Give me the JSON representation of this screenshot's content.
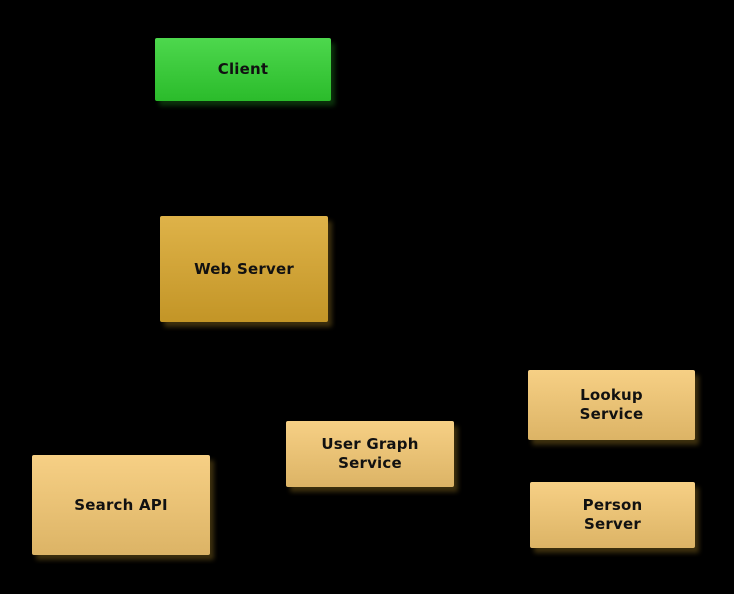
{
  "diagram": {
    "background_color": "#000000",
    "text_color": "#111111",
    "nodes": [
      {
        "id": "client",
        "label": "Client",
        "color": "#30d130"
      },
      {
        "id": "web-server",
        "label": "Web Server",
        "color": "#d9a62b"
      },
      {
        "id": "lookup-service",
        "label": "Lookup\nService",
        "color": "#f5c871"
      },
      {
        "id": "user-graph-service",
        "label": "User Graph\nService",
        "color": "#f5c871"
      },
      {
        "id": "person-server",
        "label": "Person\nServer",
        "color": "#f5c871"
      },
      {
        "id": "search-api",
        "label": "Search API",
        "color": "#f5c871"
      }
    ]
  }
}
